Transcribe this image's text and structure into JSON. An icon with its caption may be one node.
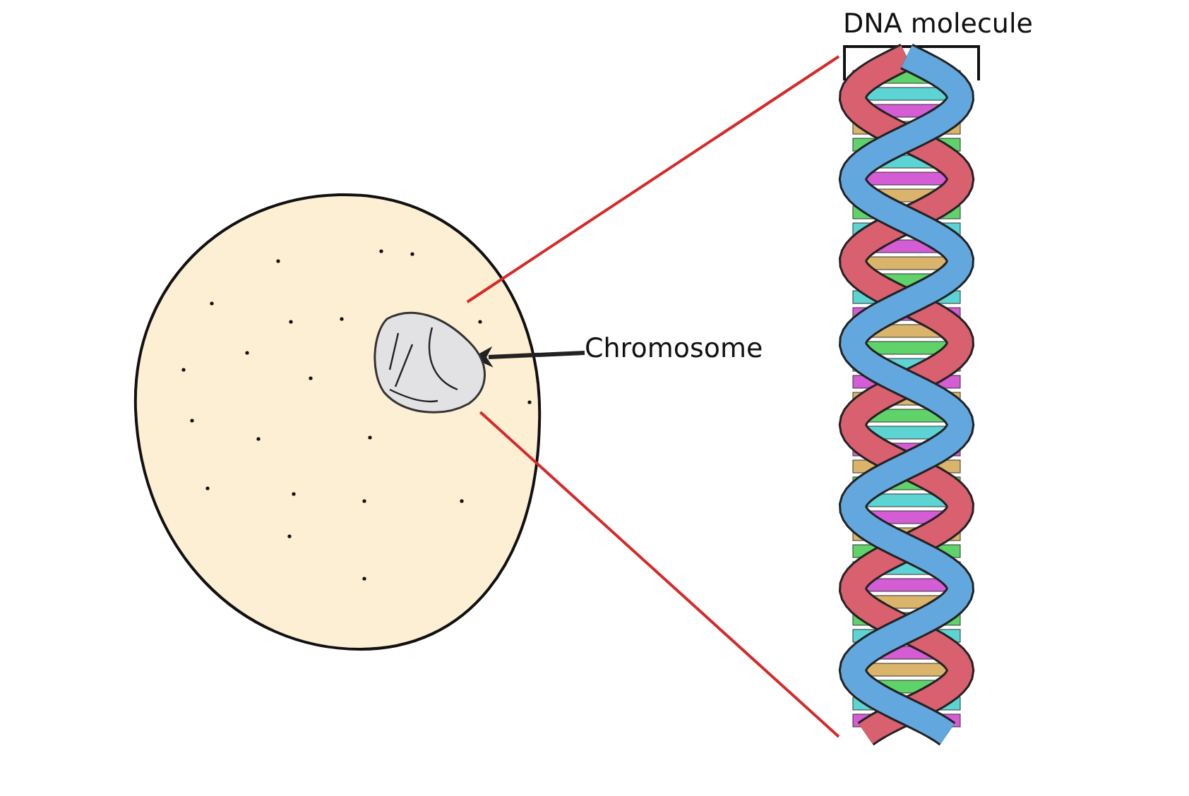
{
  "diagram": {
    "nodes": [
      {
        "text": [
          "Chromosome"
        ]
      },
      {
        "text": [],
        "shape": "picture"
      },
      {
        "text": [],
        "shape": "picture"
      }
    ],
    "edges": [
      {
        "from": 0,
        "to": 1,
        "arrow": "to",
        "color": "#222222"
      },
      {
        "from": 1,
        "to": 2,
        "arrow": "none",
        "color": "#d42a2a"
      },
      {
        "from": 1,
        "to": 2,
        "arrow": "none",
        "color": "#d42a2a"
      }
    ],
    "labels": [
      "DNA molecule"
    ]
  }
}
